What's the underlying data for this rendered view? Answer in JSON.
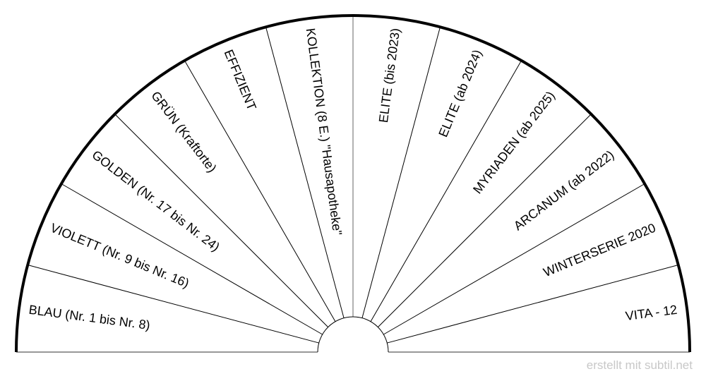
{
  "diagram": {
    "type": "semicircle-sectors",
    "sectors": [
      "BLAU (Nr. 1 bis Nr. 8)",
      "VIOLETT  (Nr. 9 bis Nr. 16)",
      "GOLDEN (Nr. 17 bis Nr. 24)",
      "GRÜN (Kraftorte)",
      "EFFIZIENT",
      "KOLLEKTION (8 E.) \"Hausapotheke\"",
      "ELITE (bis 2023)",
      "ELITE (ab 2024)",
      "MYRIADEN (ab 2025)",
      "ARCANUM (ab 2022)",
      "WINTERSERIE 2020",
      "VITA - 12"
    ],
    "colors": {
      "outline": "#000000",
      "divider": "#000000",
      "baseline": "#777777"
    }
  },
  "footer": {
    "credit": "erstellt mit subtil.net"
  }
}
